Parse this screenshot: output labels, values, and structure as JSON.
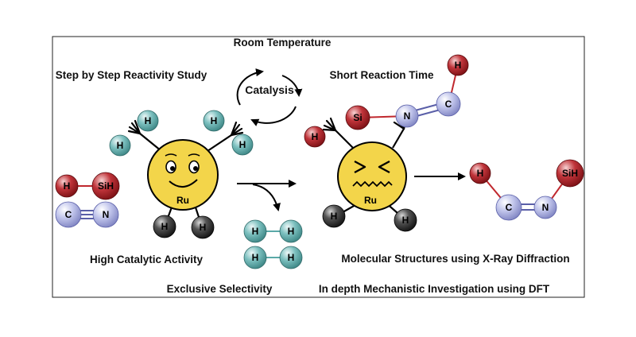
{
  "labels": {
    "room_temperature": "Room Temperature",
    "catalysis": "Catalysis",
    "step_by_step": "Step by Step Reactivity Study",
    "short_reaction_time": "Short Reaction Time",
    "high_catalytic_activity": "High Catalytic Activity",
    "exclusive_selectivity": "Exclusive Selectivity",
    "molecular_structures": "Molecular Structures using X-Ray Diffraction",
    "mechanistic": "In depth Mechanistic Investigation using DFT"
  },
  "atoms": {
    "h": "H",
    "sih": "SiH",
    "si": "Si",
    "c": "C",
    "n": "N",
    "ru": "Ru"
  },
  "colors": {
    "teal_atom": "#5aa9a8",
    "red_atom": "#b01e24",
    "lavender_atom": "#aeb3e0",
    "black_atom": "#2b2b2b",
    "ru_face": "#f3d54a",
    "bond_red": "#c0282e",
    "bond_blue": "#5a5fa8"
  }
}
